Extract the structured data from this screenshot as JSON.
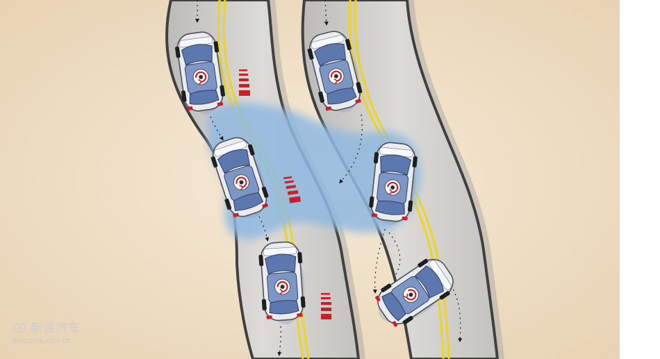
{
  "watermark": {
    "brand": "新浪汽车",
    "url": "auto.sina.com.cn",
    "logo_icon": "sina-eye-logo-icon"
  },
  "scene": {
    "left_road_car_count": 3,
    "right_road_car_count": 3,
    "hazard": "water-puddle",
    "colors": {
      "background": "#efdcc0",
      "road": "#d2d0cc",
      "road_edge": "#47484a",
      "center_line": "#efd41a",
      "water": "#8fb8e0",
      "car_body": "#e6e8ec",
      "car_glass": "#5f7db3",
      "warning_marks": "#c8202a",
      "stability_symbol": "#c8202a"
    }
  }
}
